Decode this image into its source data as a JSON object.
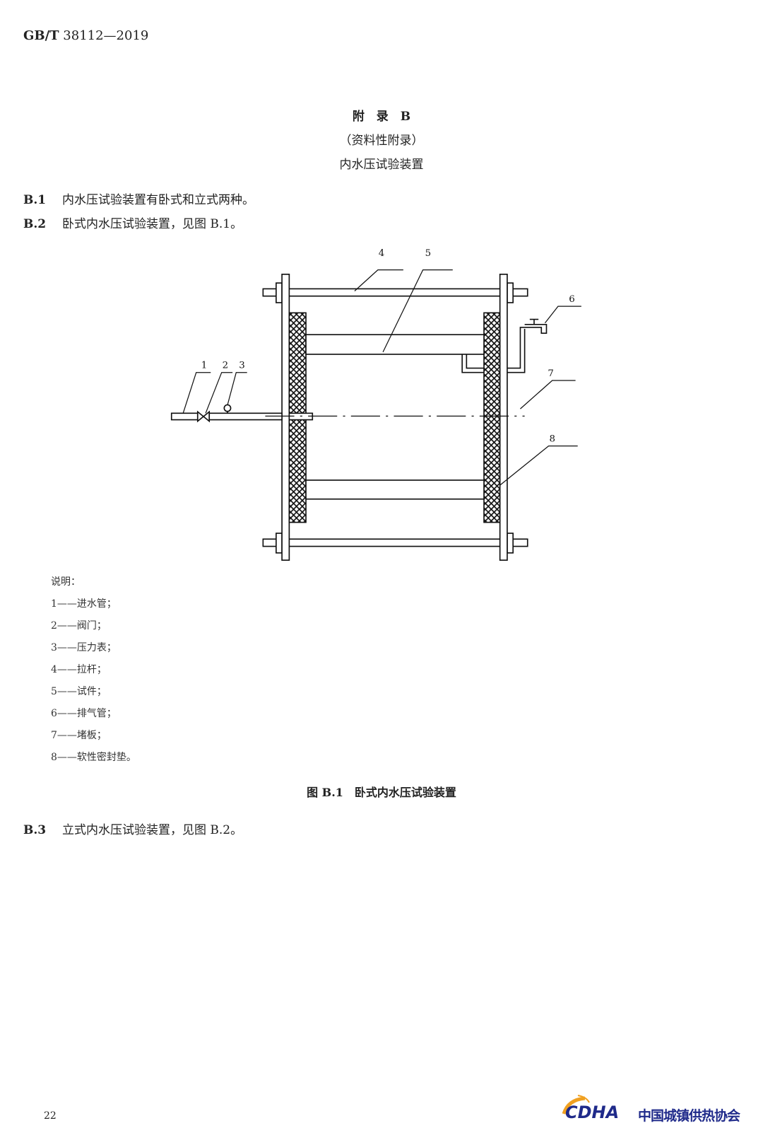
{
  "header": {
    "std_prefix": "GB/T",
    "std_number": "38112—2019"
  },
  "appendix": {
    "title": "附　录　B",
    "subtitle": "（资料性附录）",
    "name": "内水压试验装置"
  },
  "paragraphs": [
    {
      "num": "B.1",
      "text": "内水压试验装置有卧式和立式两种。"
    },
    {
      "num": "B.2",
      "text": "卧式内水压试验装置，见图 B.1。"
    },
    {
      "num": "B.3",
      "text": "立式内水压试验装置，见图 B.2。"
    }
  ],
  "figure": {
    "callouts": [
      "1",
      "2",
      "3",
      "4",
      "5",
      "6",
      "7",
      "8"
    ],
    "legend_title": "说明：",
    "legend": [
      "1——进水管；",
      "2——阀门；",
      "3——压力表；",
      "4——拉杆；",
      "5——试件；",
      "6——排气管；",
      "7——堵板；",
      "8——软性密封垫。"
    ],
    "caption": "图 B.1　卧式内水压试验装置"
  },
  "page_number": "22",
  "watermark": {
    "logo_abbr": "CDHA",
    "org_name": "中国城镇供热协会"
  }
}
